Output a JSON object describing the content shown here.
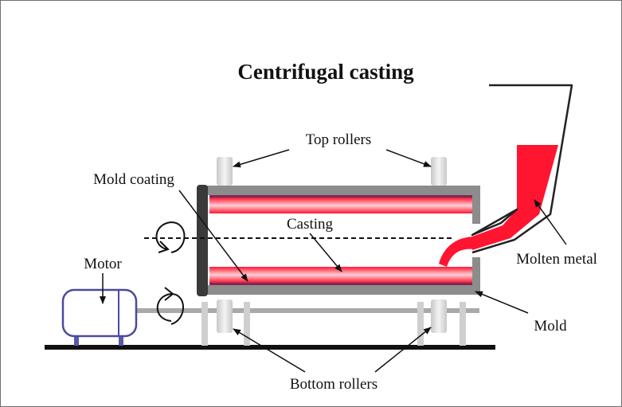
{
  "diagram": {
    "title": "Centrifugal casting",
    "labels": {
      "top_rollers": "Top rollers",
      "mold_coating": "Mold coating",
      "casting": "Casting",
      "motor": "Motor",
      "molten_metal": "Molten metal",
      "mold": "Mold",
      "bottom_rollers": "Bottom rollers"
    },
    "colors": {
      "molten": "#ff1530",
      "mold_wall": "#8c8c8c",
      "mold_end": "#3a3a3a",
      "coating": "#7a2a55",
      "motor": "#4a4aa0",
      "roller": "#d4d4d4",
      "base": "#111111"
    }
  }
}
